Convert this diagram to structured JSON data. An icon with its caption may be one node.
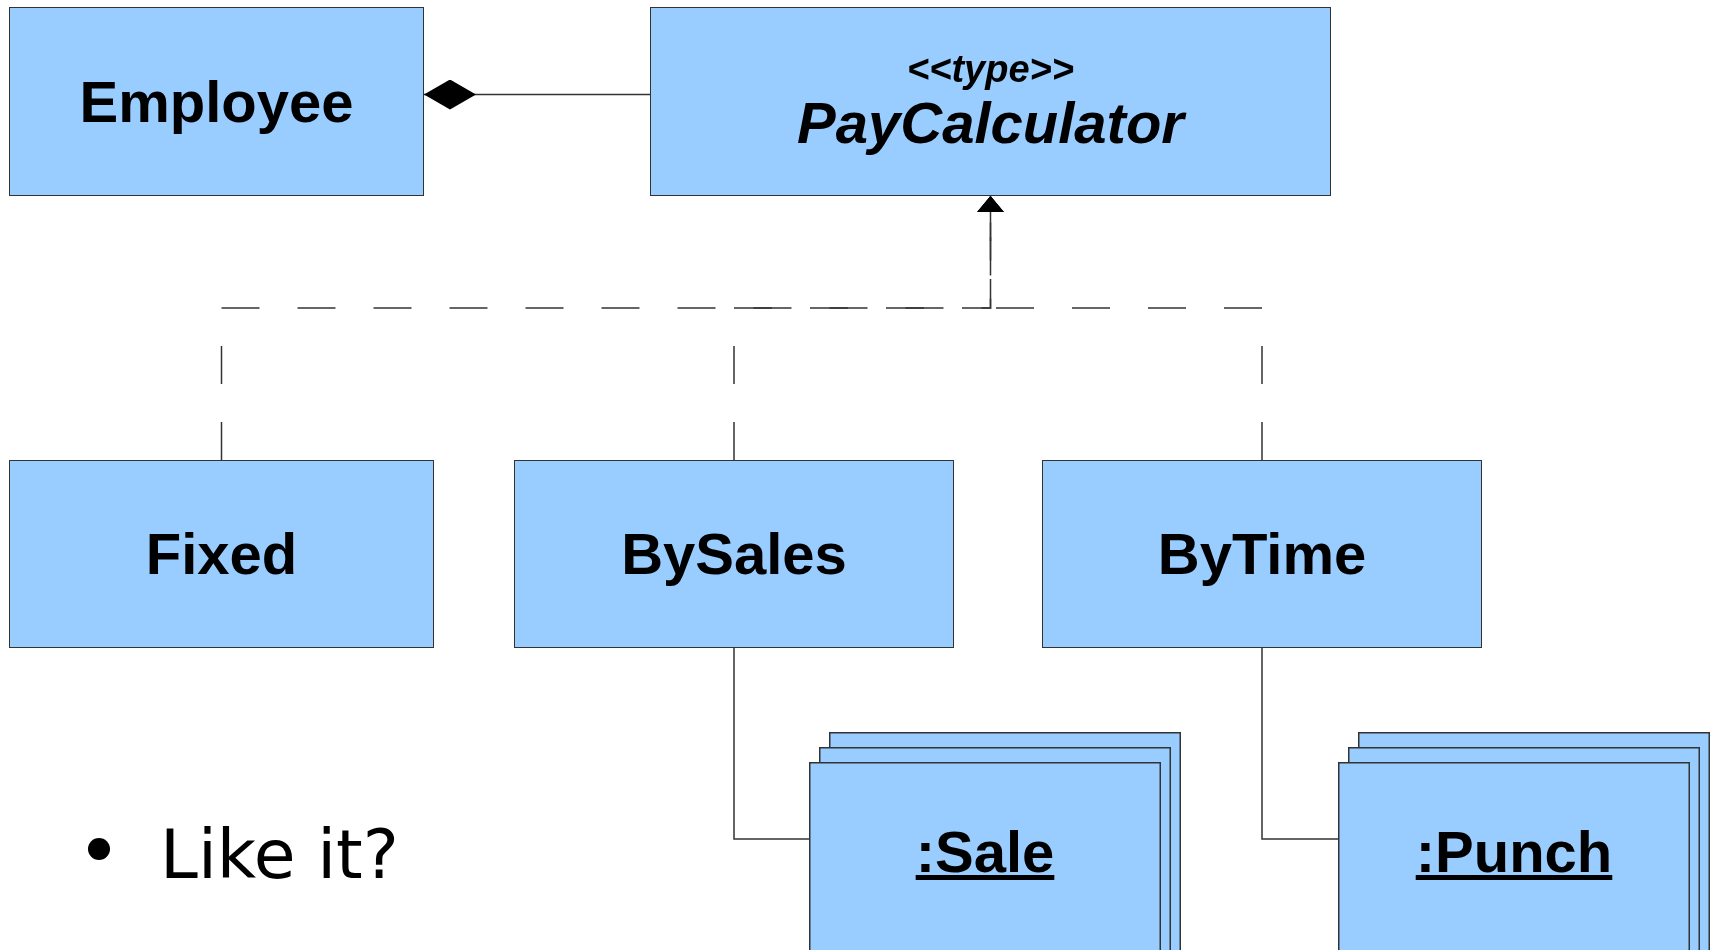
{
  "diagram": {
    "nodes": [
      {
        "text": [
          "Employee"
        ]
      },
      {
        "text": [
          "<<type>>",
          "PayCalculator"
        ]
      },
      {
        "text": [
          "Fixed"
        ]
      },
      {
        "text": [
          "BySales"
        ]
      },
      {
        "text": [
          "ByTime"
        ]
      },
      {
        "text": [
          ":Sale"
        ]
      },
      {
        "text": [
          ":Punch"
        ]
      }
    ],
    "edges": [
      {
        "from": 0,
        "to": 1,
        "arrow": "other"
      },
      {
        "from": 2,
        "to": 1,
        "arrow": "to",
        "style": "dashed"
      },
      {
        "from": 3,
        "to": 1,
        "arrow": "to",
        "style": "dashed"
      },
      {
        "from": 4,
        "to": 1,
        "arrow": "to",
        "style": "dashed"
      },
      {
        "from": 3,
        "to": 5,
        "arrow": "none"
      },
      {
        "from": 4,
        "to": 6,
        "arrow": "none"
      }
    ],
    "labels": [
      "Like it?"
    ]
  }
}
